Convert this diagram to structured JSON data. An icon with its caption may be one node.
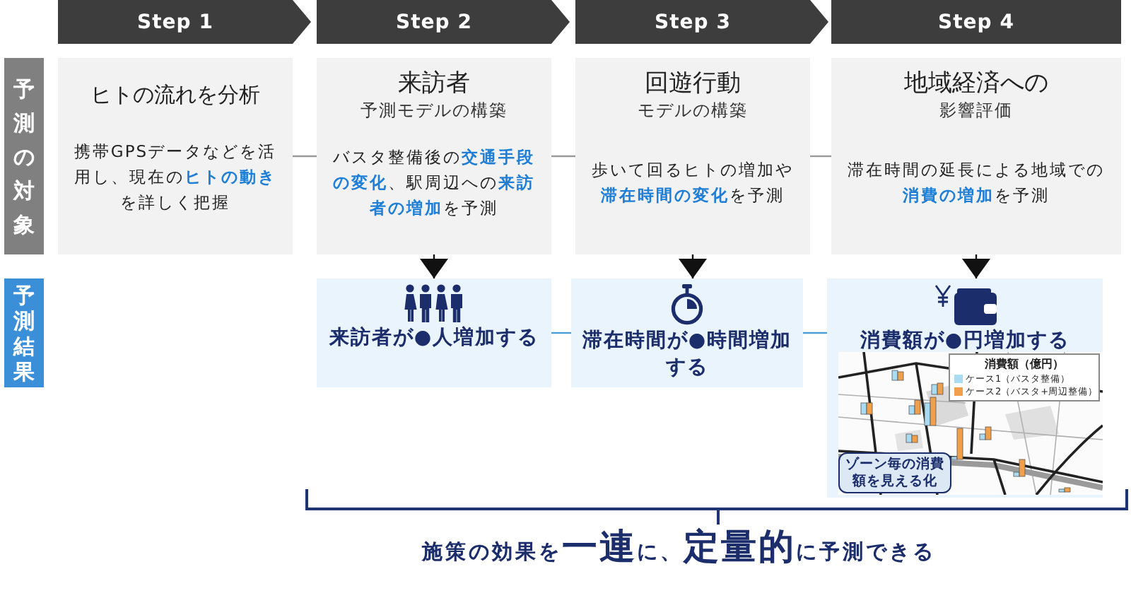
{
  "diagram": {
    "nodes": [
      {
        "text": [
          "Step 1"
        ]
      },
      {
        "text": [
          "Step 2"
        ]
      },
      {
        "text": [
          "Step 3"
        ]
      },
      {
        "text": [
          "Step 4"
        ]
      },
      {
        "text": [
          "予測の対象"
        ]
      },
      {
        "text": [
          "ヒトの流れを分析",
          "携帯GPSデータなどを活用し、現在の**ヒトの動き**を詳しく把握"
        ]
      },
      {
        "text": [
          "来訪者",
          "予測モデルの構築",
          "バスタ整備後の**交通手段の変化**、駅周辺への**来訪者の増加**を予測"
        ]
      },
      {
        "text": [
          "回遊行動",
          "モデルの構築",
          "歩いて回るヒトの増加や**滞在時間の変化**を予測"
        ]
      },
      {
        "text": [
          "地域経済への",
          "影響評価",
          "滞在時間の延長による地域での**消費の増加**を予測"
        ]
      },
      {
        "text": [
          "予測結果"
        ]
      },
      {
        "text": [
          "来訪者が●人増加する"
        ]
      },
      {
        "text": [
          "滞在時間が●時間増加する"
        ]
      },
      {
        "text": [
          "消費額が●円増加する"
        ]
      },
      {
        "text": [
          "ゾーン毎の消費額を見える化"
        ],
        "in": 12
      }
    ],
    "edges": [
      {
        "from": 5,
        "to": 6,
        "arrow": "none"
      },
      {
        "from": 6,
        "to": 7,
        "arrow": "none"
      },
      {
        "from": 7,
        "to": 8,
        "arrow": "none"
      },
      {
        "from": 6,
        "to": 10,
        "arrow": "to",
        "color": "#111111"
      },
      {
        "from": 7,
        "to": 11,
        "arrow": "to",
        "color": "#111111"
      },
      {
        "from": 8,
        "to": 12,
        "arrow": "to",
        "color": "#111111"
      },
      {
        "from": 10,
        "to": 11,
        "arrow": "none",
        "color": "#4a9fd8"
      },
      {
        "from": 11,
        "to": 12,
        "arrow": "none",
        "color": "#4a9fd8"
      }
    ],
    "labels": [
      "消費額（億円）"
    ],
    "legend": [
      {
        "text": "ケース1（バスタ整備）",
        "color": "#a9dcf2"
      },
      {
        "text": "ケース2（バスタ+周辺整備）",
        "color": "#f0a04b"
      }
    ],
    "caption": "施策の効果を**一連**に、**定量的**に予測できる"
  }
}
